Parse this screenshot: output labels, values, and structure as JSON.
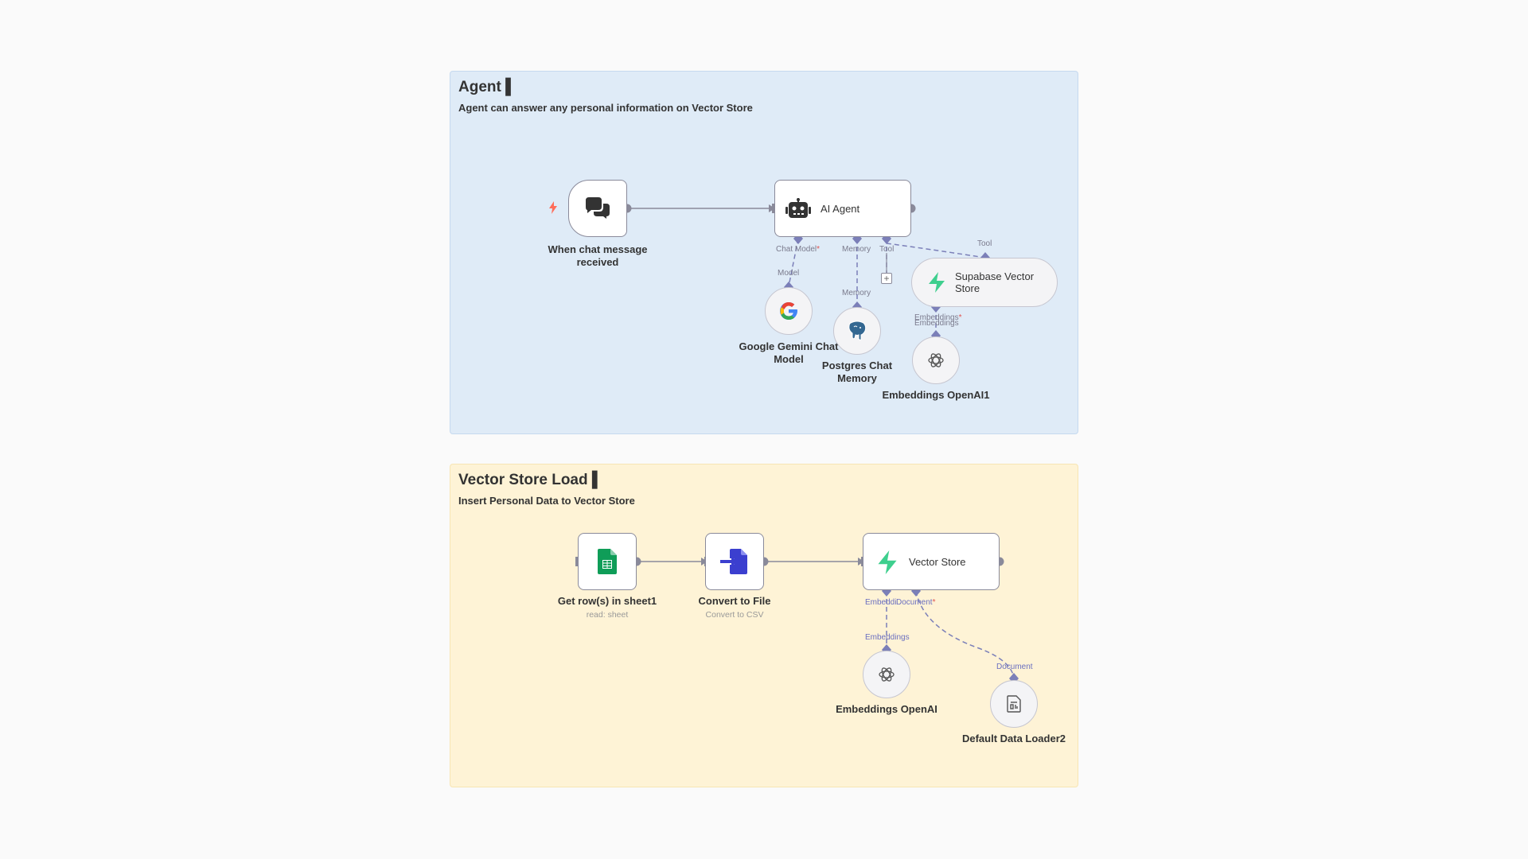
{
  "stickies": {
    "agent": {
      "title": "Agent ▌",
      "subtitle": "Agent can answer any personal information on Vector Store",
      "color": "#dfebf7"
    },
    "vector_load": {
      "title": "Vector Store Load ▌",
      "subtitle": "Insert Personal Data to Vector Store",
      "color": "#fef3d6"
    }
  },
  "nodes": {
    "chat_trigger": {
      "label": "When chat message received",
      "icon": "chat-bubbles-icon"
    },
    "ai_agent": {
      "label": "AI Agent",
      "icon": "robot-icon"
    },
    "gemini": {
      "label": "Google Gemini Chat Model",
      "icon": "google-icon"
    },
    "postgres": {
      "label": "Postgres Chat Memory",
      "icon": "postgres-elephant-icon"
    },
    "supabase": {
      "label": "Supabase Vector Store",
      "icon": "supabase-bolt-icon"
    },
    "embeddings1": {
      "label": "Embeddings OpenAI1",
      "icon": "openai-icon"
    },
    "sheet": {
      "label": "Get row(s) in sheet1",
      "sub": "read: sheet",
      "icon": "google-sheets-icon"
    },
    "convert": {
      "label": "Convert to File",
      "sub": "Convert to CSV",
      "icon": "convert-file-icon"
    },
    "vector_store": {
      "label": "Vector Store",
      "icon": "supabase-bolt-icon"
    },
    "embeddings2": {
      "label": "Embeddings OpenAI",
      "icon": "openai-icon"
    },
    "loader": {
      "label": "Default Data Loader2",
      "icon": "document-loader-icon"
    }
  },
  "edge_labels": {
    "chat_model": "Chat Model",
    "memory": "Memory",
    "tool": "Tool",
    "model": "Model",
    "memory_target": "Memory",
    "tool_target": "Tool",
    "embeddings_source": "Embeddings",
    "embeddings_target": "Embeddings",
    "vs_embeddings": "Embeddi",
    "vs_document": "Document",
    "embeddings2_target": "Embeddings",
    "document_target": "Document",
    "required_mark": "*"
  },
  "colors": {
    "connector": "#8a8a9a",
    "handle": "#7b7fb8",
    "trigger_bolt": "#ff6d5a",
    "supabase_green": "#3ecf8e",
    "sheets_green": "#0f9d58",
    "convert_blue": "#3b3fcf"
  }
}
